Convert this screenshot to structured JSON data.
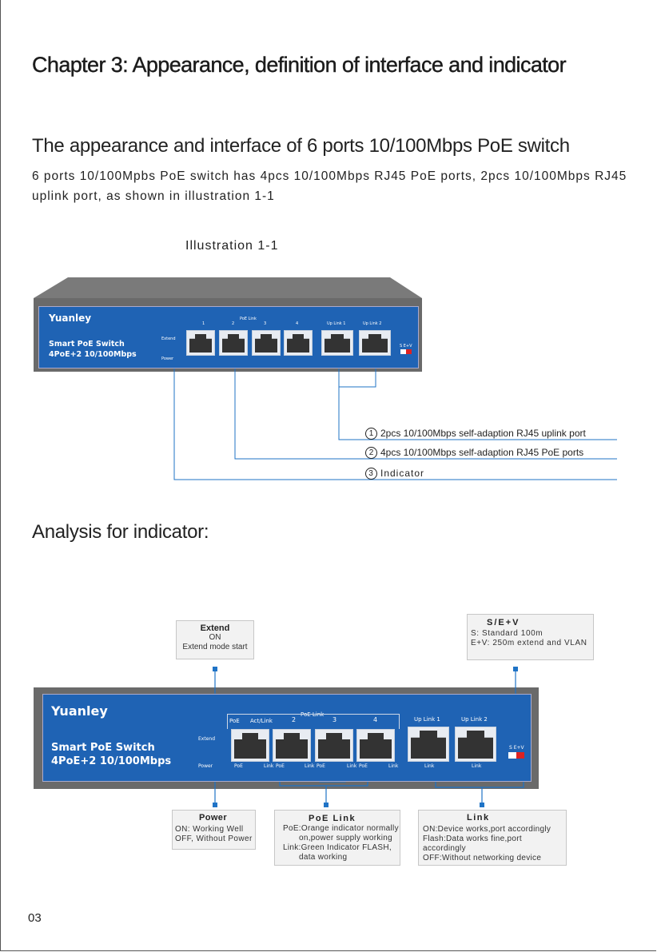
{
  "chapter_title": "Chapter 3: Appearance, definition of interface and indicator",
  "section_title": "The appearance and interface of 6 ports 10/100Mbps PoE switch",
  "intro_text": "6 ports 10/100Mpbs PoE switch has 4pcs 10/100Mbps RJ45 PoE ports, 2pcs 10/100Mbps RJ45 uplink port, as shown in illustration 1-1",
  "illustration_caption": "Illustration 1-1",
  "switch": {
    "brand": "Yuanley",
    "model_line1": "Smart PoE Switch",
    "model_line2": "4PoE+2 10/100Mbps",
    "poe_link_label": "PoE Link",
    "port_numbers": [
      "1",
      "2",
      "3",
      "4"
    ],
    "uplink1": "Up Link 1",
    "uplink2": "Up Link 2",
    "extend": "Extend",
    "power": "Power",
    "poe_small": "PoE",
    "act_link": "Act/Link",
    "link_small": "Link",
    "sev": "S  E+V",
    "bottom_leds": [
      "PoE",
      "Link",
      "PoE",
      "Link",
      "PoE",
      "Link",
      "PoE",
      "Link"
    ]
  },
  "callouts": [
    {
      "num": "1",
      "text": "2pcs 10/100Mbps self-adaption RJ45 uplink port"
    },
    {
      "num": "2",
      "text": "4pcs 10/100Mbps self-adaption RJ45 PoE ports"
    },
    {
      "num": "3",
      "text": "Indicator"
    }
  ],
  "analysis_title": "Analysis for indicator:",
  "boxes": {
    "extend": {
      "title": "Extend",
      "l1": "ON",
      "l2": "Extend mode start"
    },
    "sev": {
      "title": "S/E+V",
      "l1": "S: Standard 100m",
      "l2": "E+V: 250m extend and VLAN"
    },
    "power": {
      "title": "Power",
      "l1": "ON: Working Well",
      "l2": "OFF, Without Power"
    },
    "poelink": {
      "title": "PoE Link",
      "l1": "PoE:Orange indicator normally",
      "l2": "on,power supply working",
      "l3": "Link:Green Indicator FLASH,",
      "l4": "data working"
    },
    "link": {
      "title": "Link",
      "l1": "ON:Device works,port accordingly",
      "l2": "Flash:Data works fine,port accordingly",
      "l3": "OFF:Without networking device"
    }
  },
  "page_number": "03",
  "colors": {
    "panel_blue": "#1f63b4",
    "line_blue": "#1f73c6",
    "chassis_gray": "#6b6b6b"
  }
}
